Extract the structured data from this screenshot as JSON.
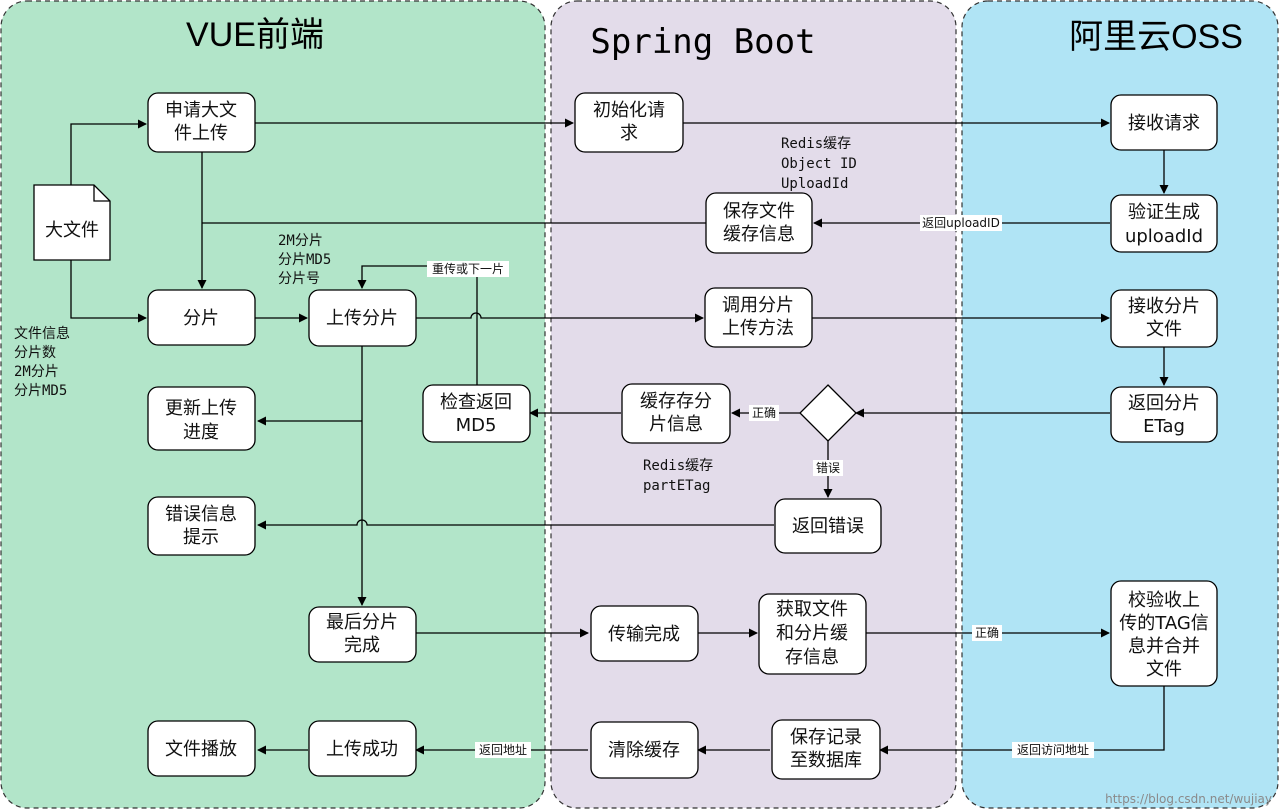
{
  "lanes": {
    "frontend": {
      "title": "VUE前端",
      "color": "#b2e5c9"
    },
    "backend": {
      "title": "Spring Boot",
      "color": "#e3dcea"
    },
    "oss": {
      "title": "阿里云OSS",
      "color": "#b0e4f5"
    }
  },
  "nodes": {
    "big_file": "大文件",
    "apply_upload": [
      "申请大文",
      "件上传"
    ],
    "slice": "分片",
    "upload_slice": "上传分片",
    "update_progress": [
      "更新上传",
      "进度"
    ],
    "error_tip": [
      "错误信息",
      "提示"
    ],
    "last_slice": [
      "最后分片",
      "完成"
    ],
    "file_play": "文件播放",
    "upload_success": "上传成功",
    "check_md5": [
      "检查返回",
      "MD5"
    ],
    "init_request": [
      "初始化请",
      "求"
    ],
    "save_file_cache": [
      "保存文件",
      "缓存信息"
    ],
    "call_upload": [
      "调用分片",
      "上传方法"
    ],
    "cache_slice": [
      "缓存存分",
      "片信息"
    ],
    "return_error": "返回错误",
    "transfer_done": "传输完成",
    "get_file_cache": [
      "获取文件",
      "和分片缓",
      "存信息"
    ],
    "clear_cache": "清除缓存",
    "save_record": [
      "保存记录",
      "至数据库"
    ],
    "receive_request": "接收请求",
    "verify_upload_id": [
      "验证生成",
      "uploadId"
    ],
    "receive_slice": [
      "接收分片",
      "文件"
    ],
    "return_etag": [
      "返回分片",
      "ETag"
    ],
    "verify_merge": [
      "校验收上",
      "传的TAG信",
      "息并合并",
      "文件"
    ]
  },
  "notes": {
    "redis_object": [
      "Redis缓存",
      "Object ID",
      "UploadId"
    ],
    "slice_params": [
      "2M分片",
      "分片MD5",
      "分片号"
    ],
    "file_info": [
      "文件信息",
      "分片数",
      "2M分片",
      "分片MD5"
    ],
    "redis_part": [
      "Redis缓存",
      "partETag"
    ]
  },
  "edge_labels": {
    "return_upload_id": "返回uploadID",
    "reupload_or_next": "重传或下一片",
    "correct_1": "正确",
    "error": "错误",
    "correct_2": "正确",
    "return_address": "返回地址",
    "return_access_address": "返回访问地址"
  },
  "watermark": "https://blog.csdn.net/wujiay"
}
